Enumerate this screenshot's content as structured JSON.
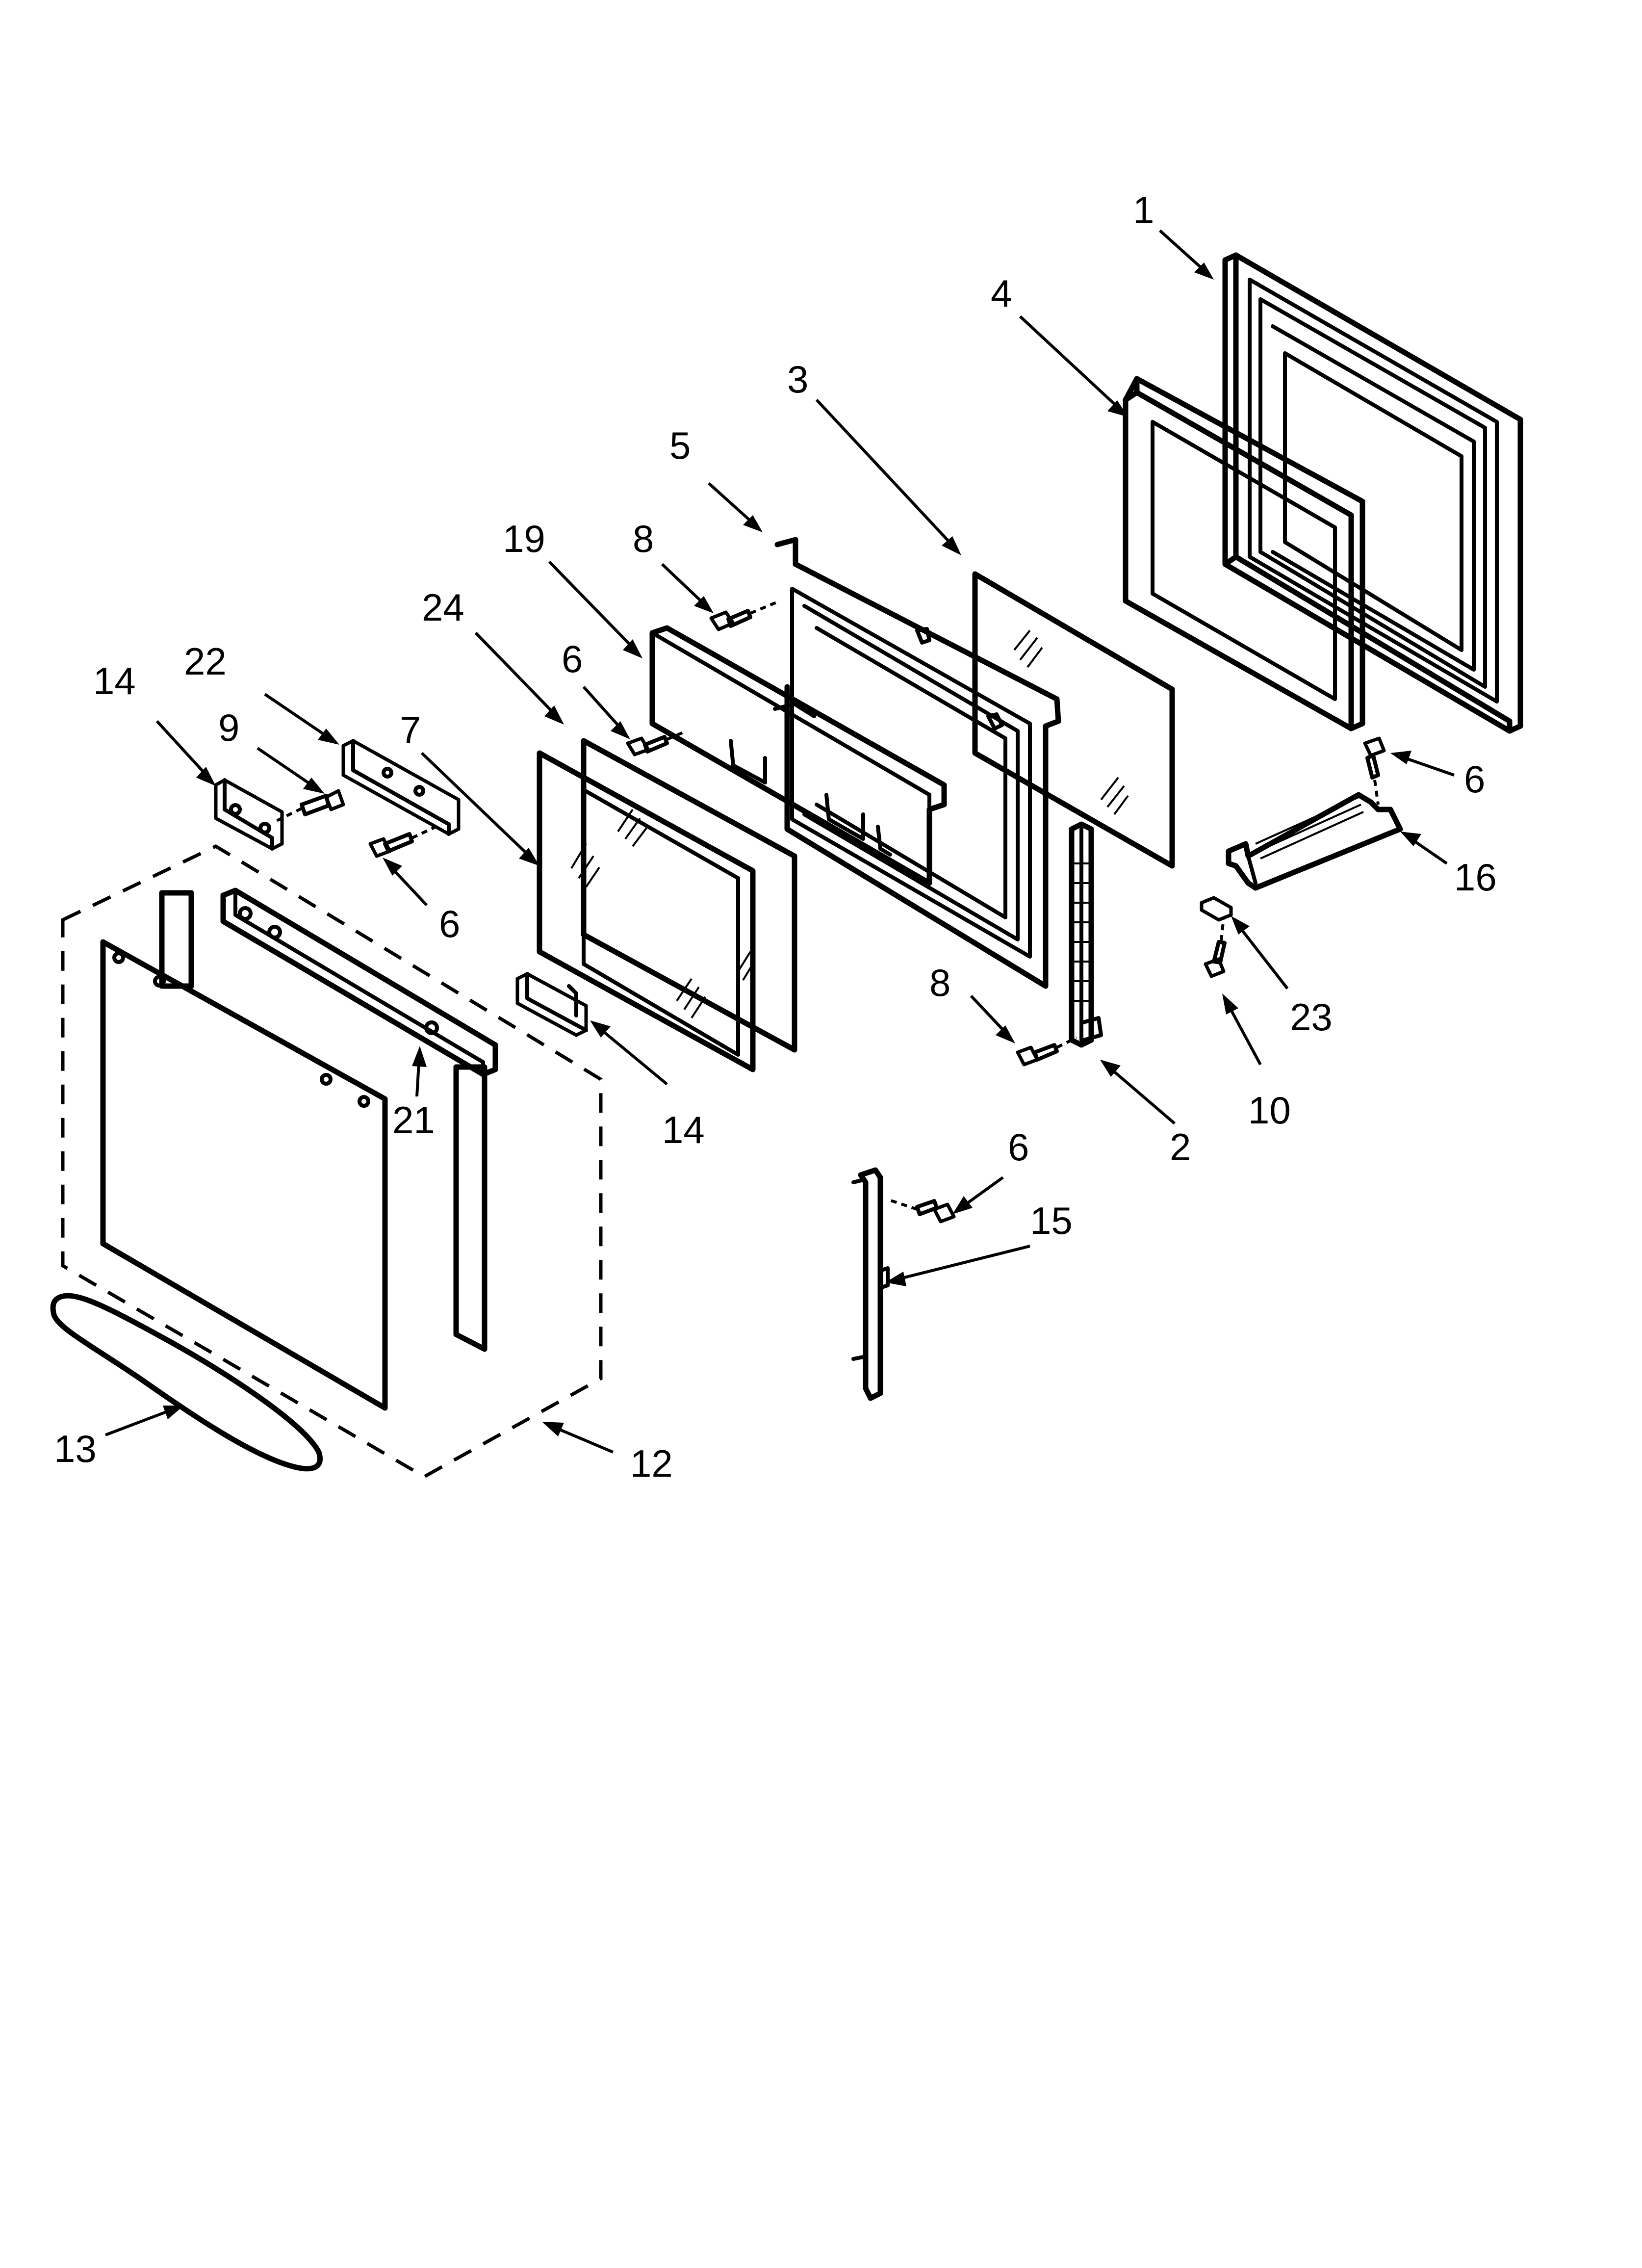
{
  "callouts": [
    {
      "id": "c1",
      "label": "1"
    },
    {
      "id": "c4",
      "label": "4"
    },
    {
      "id": "c3",
      "label": "3"
    },
    {
      "id": "c5",
      "label": "5"
    },
    {
      "id": "c19",
      "label": "19"
    },
    {
      "id": "c8a",
      "label": "8"
    },
    {
      "id": "c24",
      "label": "24"
    },
    {
      "id": "c6a",
      "label": "6"
    },
    {
      "id": "c14a",
      "label": "14"
    },
    {
      "id": "c22",
      "label": "22"
    },
    {
      "id": "c9",
      "label": "9"
    },
    {
      "id": "c7",
      "label": "7"
    },
    {
      "id": "c6b",
      "label": "6"
    },
    {
      "id": "c6c",
      "label": "6"
    },
    {
      "id": "c16",
      "label": "16"
    },
    {
      "id": "c23",
      "label": "23"
    },
    {
      "id": "c8b",
      "label": "8"
    },
    {
      "id": "c10",
      "label": "10"
    },
    {
      "id": "c2",
      "label": "2"
    },
    {
      "id": "c14b",
      "label": "14"
    },
    {
      "id": "c21",
      "label": "21"
    },
    {
      "id": "c6d",
      "label": "6"
    },
    {
      "id": "c15",
      "label": "15"
    },
    {
      "id": "c13",
      "label": "13"
    },
    {
      "id": "c12",
      "label": "12"
    }
  ]
}
